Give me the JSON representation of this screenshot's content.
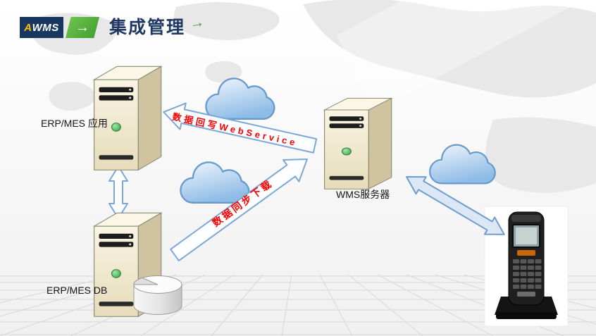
{
  "header": {
    "logo_prefix": "A",
    "logo_rest": "WMS",
    "logo_arrow": "→",
    "title": "集成管理",
    "title_arrow": "→"
  },
  "nodes": {
    "erp_app": "ERP/MES 应用",
    "erp_db": "ERP/MES DB",
    "wms": "WMS服务器"
  },
  "flows": {
    "writeback": "数据回写WebService",
    "sync": "数据同步下载"
  },
  "icons": {
    "servers": "server-tower-icon",
    "database": "database-pie-icon",
    "clouds": "cloud-icon",
    "handheld": "handheld-terminal-image"
  },
  "colors": {
    "brand_navy": "#17375e",
    "title_navy": "#1f3864",
    "brand_green": "#3c9e2d",
    "flow_label_red": "#ff0000",
    "cloud_fill": "#8fbce6",
    "cloud_stroke": "#6699cc",
    "arrow_stroke": "#7ba7d7",
    "server_body": "#efe8cd"
  }
}
